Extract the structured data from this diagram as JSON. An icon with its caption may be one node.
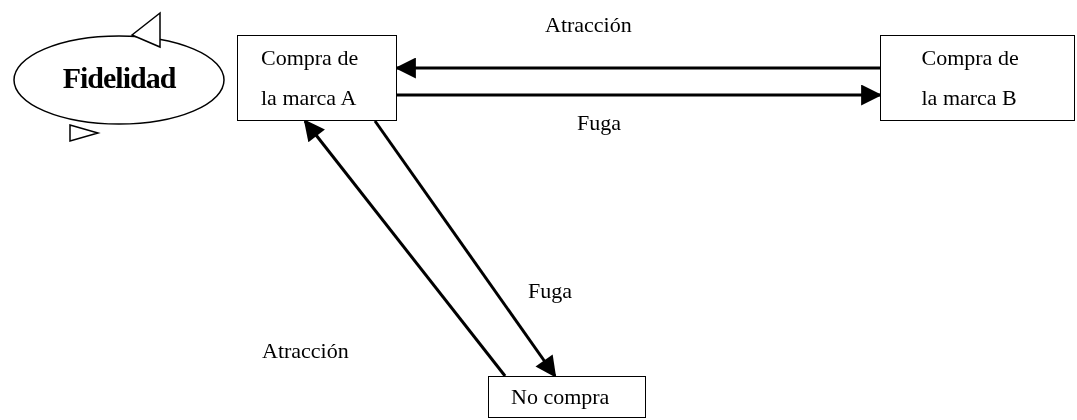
{
  "diagram": {
    "nodes": [
      {
        "text": [
          "Fidelidad"
        ]
      },
      {
        "text": [
          "Compra de la marca A"
        ]
      },
      {
        "text": [
          "Compra de la marca B"
        ]
      },
      {
        "text": [
          "No compra"
        ]
      }
    ],
    "edges": [
      {
        "from": 2,
        "to": 1,
        "arrow": "to",
        "label": "Atracción"
      },
      {
        "from": 1,
        "to": 2,
        "arrow": "to",
        "label": "Fuga"
      },
      {
        "from": 1,
        "to": 3,
        "arrow": "to",
        "label": "Fuga"
      },
      {
        "from": 3,
        "to": 1,
        "arrow": "to",
        "label": "Atracción"
      }
    ]
  }
}
